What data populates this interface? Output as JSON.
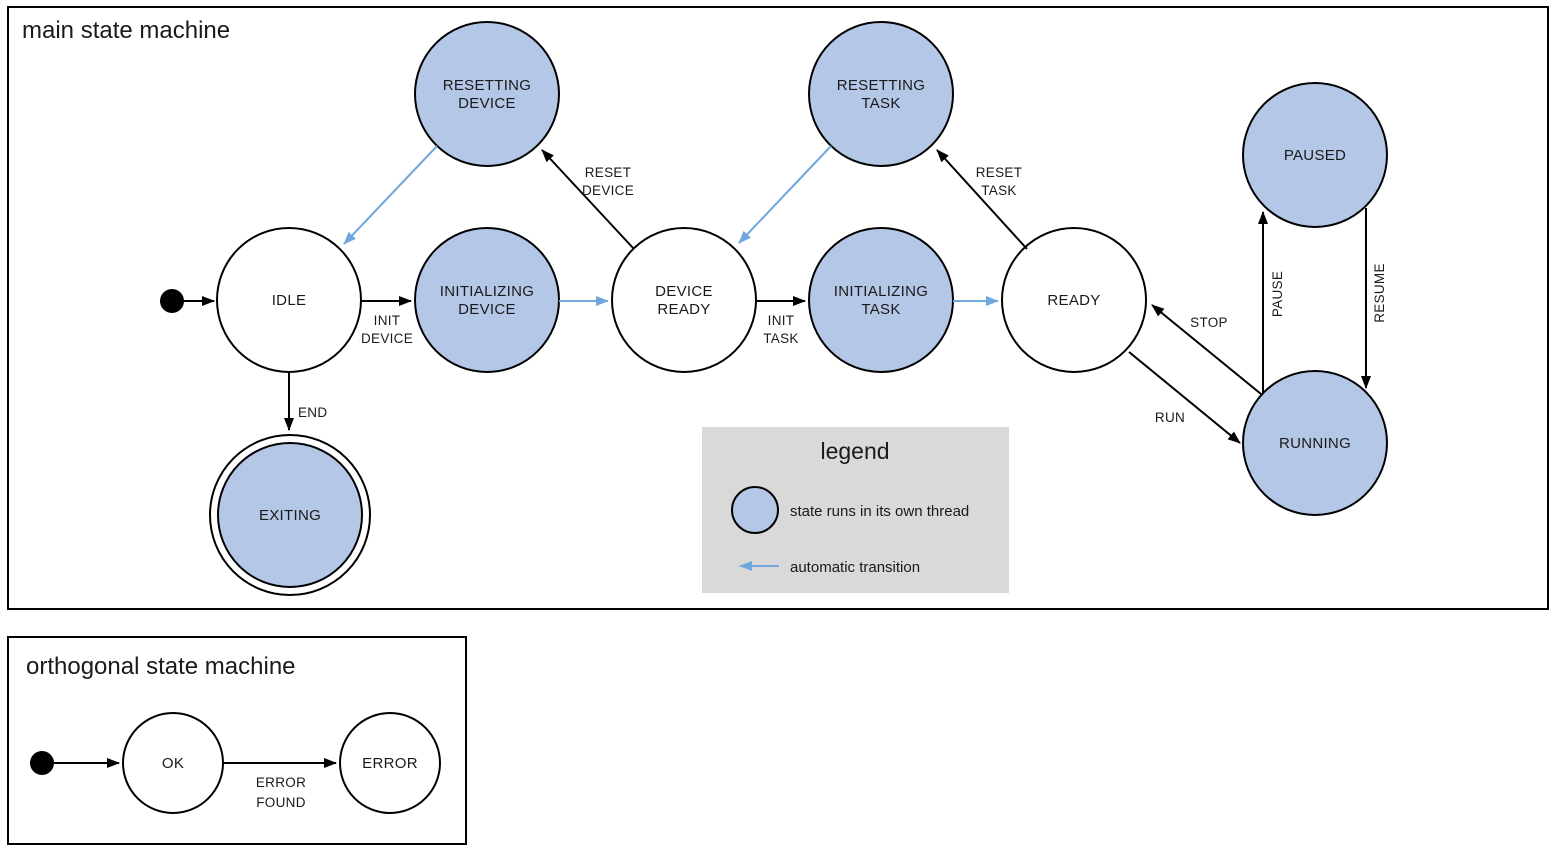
{
  "colors": {
    "threaded_state_fill": "#b4c7e7",
    "state_stroke": "#000000",
    "auto_transition_blue": "#6fa8dc",
    "legend_background": "#d9d9d9",
    "text": "#1a1a1a"
  },
  "main_panel": {
    "title": "main state machine",
    "states": {
      "idle": {
        "label": "IDLE"
      },
      "initializing_device": {
        "line1": "INITIALIZING",
        "line2": "DEVICE"
      },
      "device_ready": {
        "line1": "DEVICE",
        "line2": "READY"
      },
      "initializing_task": {
        "line1": "INITIALIZING",
        "line2": "TASK"
      },
      "ready": {
        "label": "READY"
      },
      "resetting_device": {
        "line1": "RESETTING",
        "line2": "DEVICE"
      },
      "resetting_task": {
        "line1": "RESETTING",
        "line2": "TASK"
      },
      "paused": {
        "label": "PAUSED"
      },
      "running": {
        "label": "RUNNING"
      },
      "exiting": {
        "label": "EXITING"
      }
    },
    "transitions": {
      "init_device": {
        "line1": "INIT",
        "line2": "DEVICE"
      },
      "init_task": {
        "line1": "INIT",
        "line2": "TASK"
      },
      "reset_device": {
        "line1": "RESET",
        "line2": "DEVICE"
      },
      "reset_task": {
        "line1": "RESET",
        "line2": "TASK"
      },
      "end": {
        "label": "END"
      },
      "run": {
        "label": "RUN"
      },
      "stop": {
        "label": "STOP"
      },
      "pause": {
        "label": "PAUSE"
      },
      "resume": {
        "label": "RESUME"
      }
    },
    "legend": {
      "title": "legend",
      "threaded_state_text": "state runs in its own thread",
      "auto_transition_text": "automatic transition"
    }
  },
  "orthogonal_panel": {
    "title": "orthogonal state machine",
    "states": {
      "ok": {
        "label": "OK"
      },
      "error": {
        "label": "ERROR"
      }
    },
    "transitions": {
      "error_found": {
        "line1": "ERROR",
        "line2": "FOUND"
      }
    }
  }
}
